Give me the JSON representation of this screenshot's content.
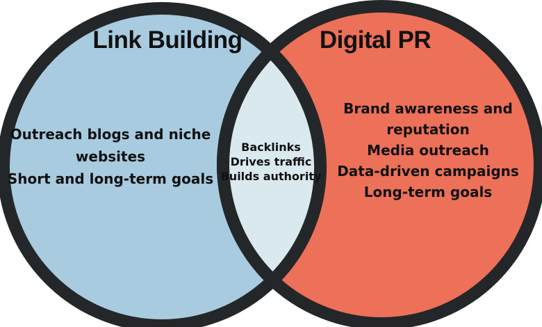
{
  "diagram": {
    "type": "venn",
    "left_circle": {
      "label": "Link Building",
      "lines": [
        "Outreach blogs and niche",
        "websites",
        "Short and long-term goals"
      ]
    },
    "right_circle": {
      "label": "Digital PR",
      "lines": [
        "Brand awareness and",
        "reputation",
        "Media outreach",
        "Data-driven campaigns",
        "Long-term goals"
      ]
    },
    "overlap": {
      "lines": [
        "Backlinks",
        "Drives traffic",
        "Builds authority"
      ]
    }
  },
  "colors": {
    "left_fill": "#a8cbe0",
    "right_fill": "#ed7058",
    "overlap_fill": "#d9e9ee",
    "outline": "#242729",
    "text": "#111111",
    "background": "#ffffff"
  }
}
